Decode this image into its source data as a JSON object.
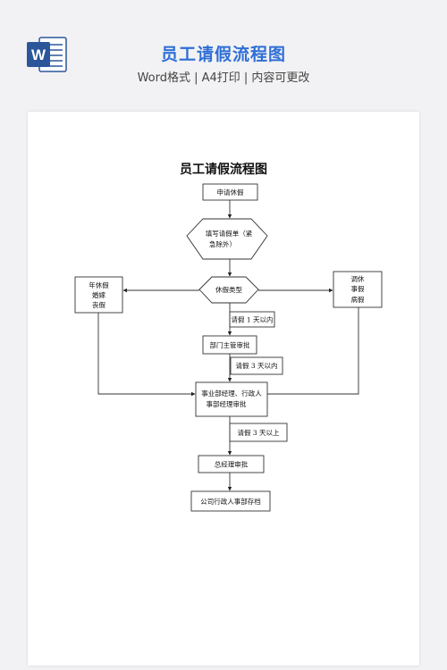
{
  "header": {
    "title": "员工请假流程图",
    "subtitle": "Word格式 | A4打印 | 内容可更改",
    "app_icon": "word-doc-icon",
    "app_icon_letter": "W",
    "accent_color": "#2f6fd6"
  },
  "document": {
    "title": "员工请假流程图",
    "flow": {
      "apply": "申请休假",
      "fill_form_line1": "填写请假单（紧",
      "fill_form_line2": "急除外）",
      "leave_type": "休假类型",
      "left_box_line1": "年休假",
      "left_box_line2": "婚嫁",
      "left_box_line3": "丧假",
      "right_box_line1": "调休",
      "right_box_line2": "事假",
      "right_box_line3": "病假",
      "cond_1day": "请假 1 天以内",
      "dept_approval": "部门主管审批",
      "cond_3day_within": "请假 3 天以内",
      "exec_approval_line1": "事业部经理、行政人",
      "exec_approval_line2": "事部经理审批",
      "cond_3day_above": "请假 3 天以上",
      "gm_approval": "总经理审批",
      "archive": "公司行政人事部存档"
    }
  }
}
